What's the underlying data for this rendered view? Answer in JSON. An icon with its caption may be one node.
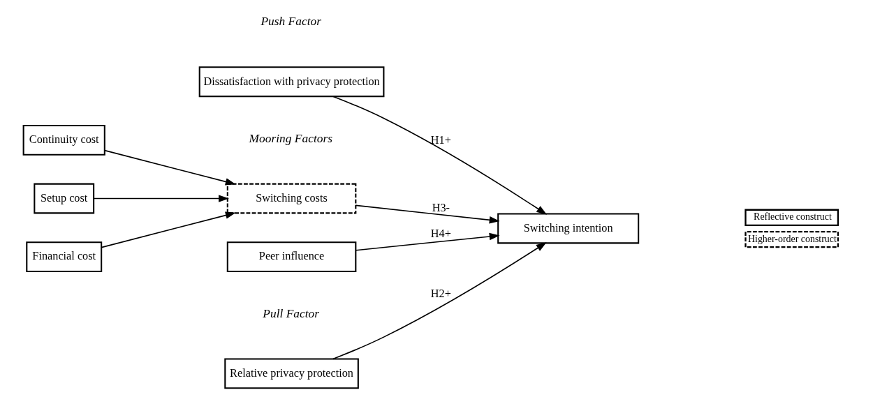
{
  "diagram": {
    "nodes": [
      {
        "text": [
          "Dissatisfaction with privacy protection"
        ]
      },
      {
        "text": [
          "Continuity cost"
        ]
      },
      {
        "text": [
          "Setup cost"
        ]
      },
      {
        "text": [
          "Financial cost"
        ]
      },
      {
        "text": [
          "Switching costs"
        ]
      },
      {
        "text": [
          "Peer influence"
        ]
      },
      {
        "text": [
          "Switching intention"
        ]
      },
      {
        "text": [
          "Relative privacy protection"
        ]
      }
    ],
    "edges": [
      {
        "from": 0,
        "to": 6,
        "arrow": "to",
        "label": "H1+"
      },
      {
        "from": 1,
        "to": 4,
        "arrow": "to"
      },
      {
        "from": 2,
        "to": 4,
        "arrow": "to"
      },
      {
        "from": 3,
        "to": 4,
        "arrow": "to"
      },
      {
        "from": 4,
        "to": 6,
        "arrow": "to",
        "label": "H3-"
      },
      {
        "from": 5,
        "to": 6,
        "arrow": "to",
        "label": "H4+"
      },
      {
        "from": 7,
        "to": 6,
        "arrow": "to",
        "label": "H2+"
      }
    ],
    "labels": [
      "Push Factor",
      "Mooring Factors",
      "Pull Factor"
    ],
    "legend": [
      {
        "text": "Reflective construct"
      },
      {
        "text": "Higher-order construct"
      }
    ]
  }
}
